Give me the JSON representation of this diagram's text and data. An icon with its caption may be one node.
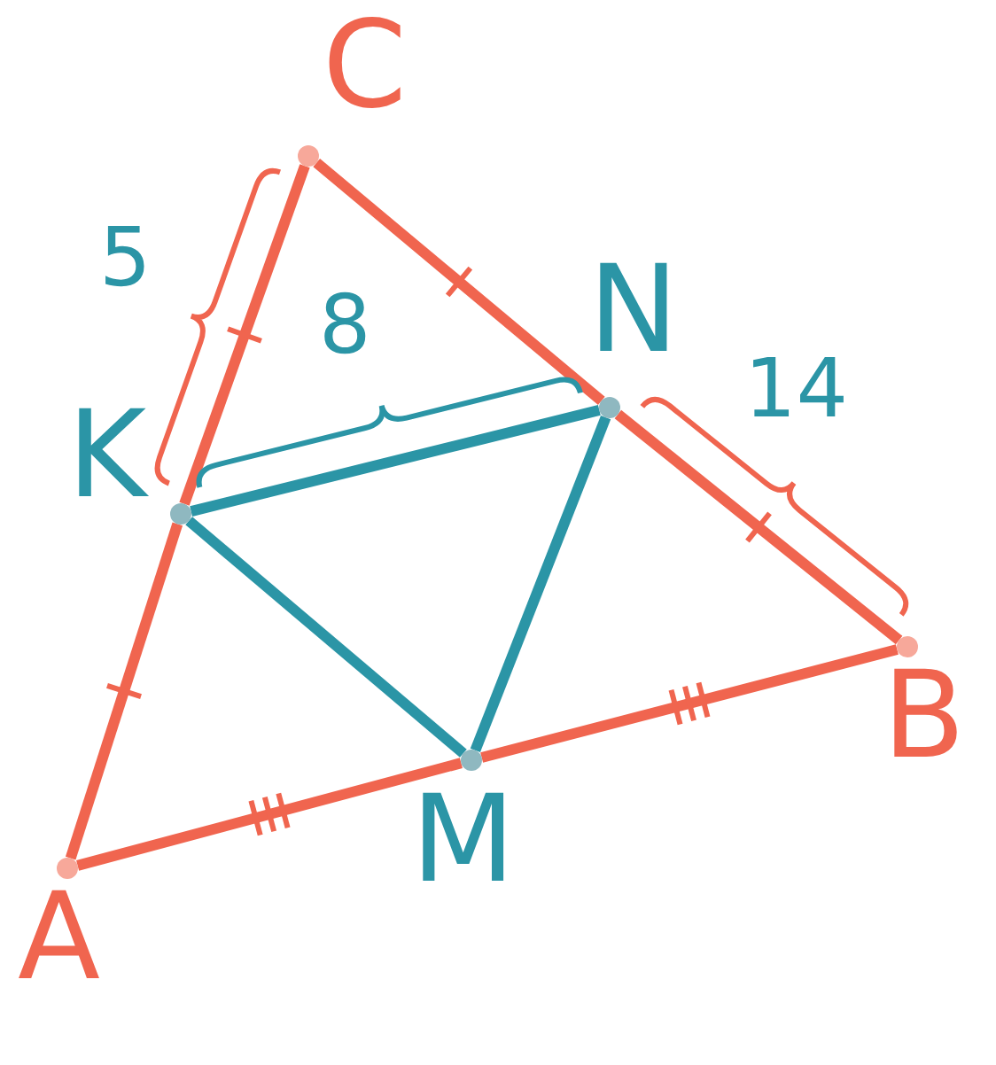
{
  "diagram": {
    "nodes": [
      {
        "text": [
          "C"
        ]
      },
      {
        "text": [
          "K"
        ]
      },
      {
        "text": [
          "N"
        ]
      },
      {
        "text": [
          "B"
        ]
      },
      {
        "text": [
          "M"
        ]
      },
      {
        "text": [
          "A"
        ]
      }
    ],
    "edges": [
      {
        "from": 5,
        "to": 1,
        "arrow": "none"
      },
      {
        "from": 1,
        "to": 0,
        "arrow": "none"
      },
      {
        "from": 0,
        "to": 2,
        "arrow": "none"
      },
      {
        "from": 2,
        "to": 3,
        "arrow": "none"
      },
      {
        "from": 3,
        "to": 4,
        "arrow": "none"
      },
      {
        "from": 4,
        "to": 5,
        "arrow": "none"
      },
      {
        "from": 1,
        "to": 2,
        "arrow": "none",
        "color": "#2b95a6"
      },
      {
        "from": 1,
        "to": 4,
        "arrow": "none",
        "color": "#2b95a6"
      },
      {
        "from": 2,
        "to": 4,
        "arrow": "none",
        "color": "#2b95a6"
      }
    ],
    "labels": [
      "5",
      "8",
      "14"
    ]
  }
}
